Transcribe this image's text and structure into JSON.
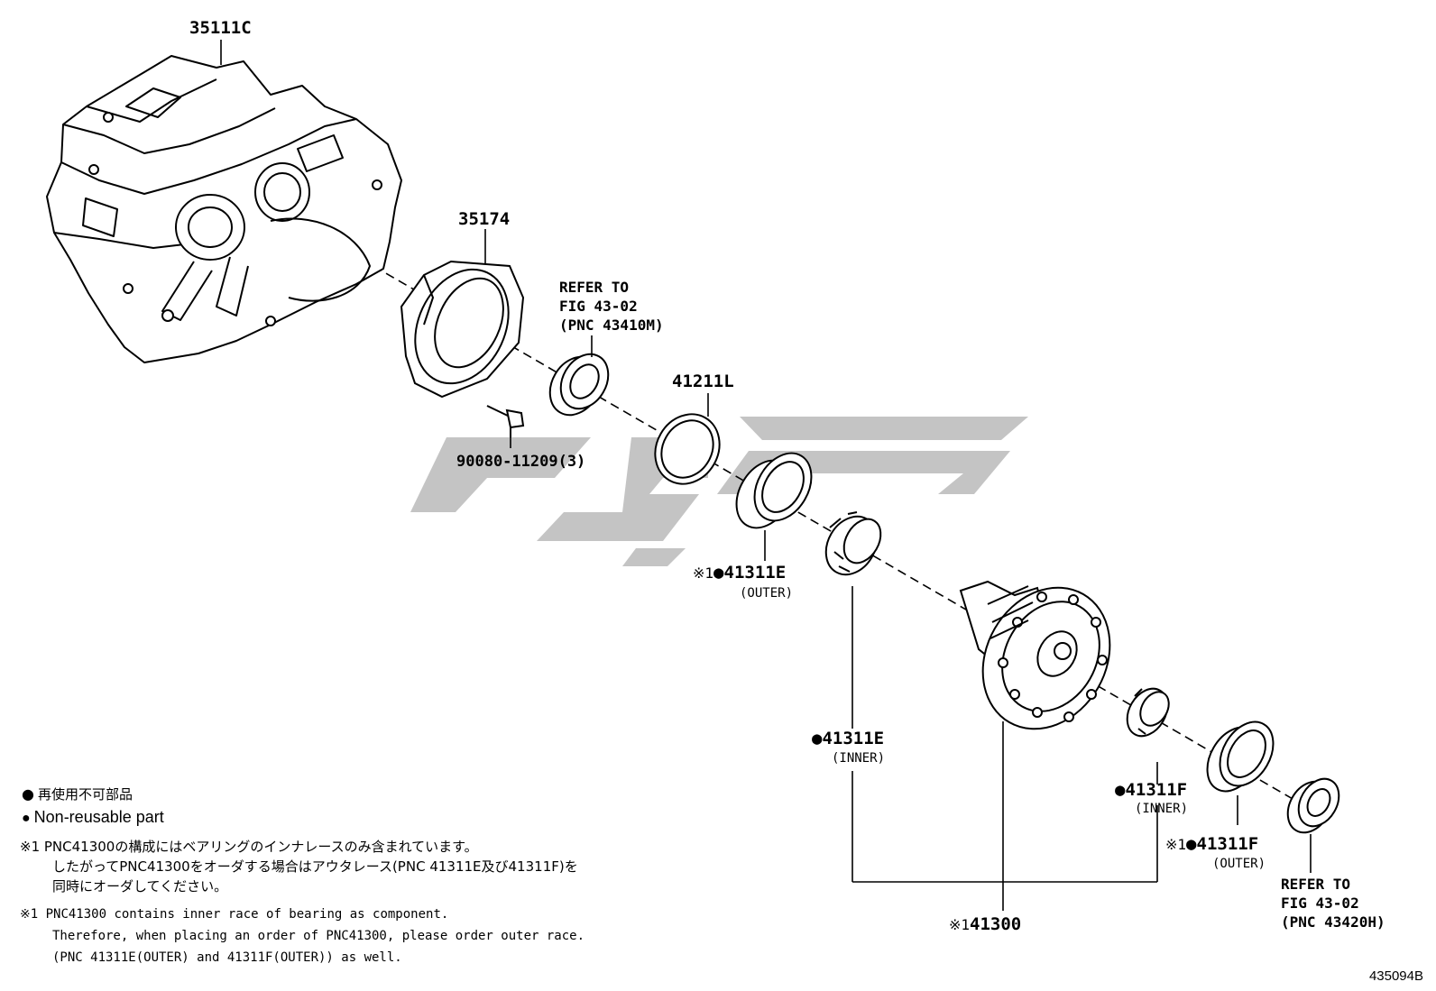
{
  "parts": {
    "case": "35111C",
    "plate": "35174",
    "bolt": "90080-11209(3)",
    "shim": "41211L",
    "diff": "41300",
    "diff_prefix": "※1",
    "bearing_e_outer": "41311E",
    "bearing_e_outer_prefix": "※1",
    "bearing_e_outer_sub": "(OUTER)",
    "bearing_e_inner": "41311E",
    "bearing_e_inner_sub": "(INNER)",
    "bearing_f_inner": "41311F",
    "bearing_f_inner_sub": "(INNER)",
    "bearing_f_outer": "41311F",
    "bearing_f_outer_prefix": "※1",
    "bearing_f_outer_sub": "(OUTER)"
  },
  "references": {
    "top": [
      "REFER TO",
      "FIG 43-02",
      "(PNC 43410M)"
    ],
    "bottom": [
      "REFER TO",
      "FIG 43-02",
      "(PNC 43420H)"
    ]
  },
  "legend": {
    "jp": "再使用不可部品",
    "en": "Non-reusable part"
  },
  "notes": {
    "jp": [
      "※1 PNC41300の構成にはベアリングのインナレースのみ含まれています。",
      "したがってPNC41300をオーダする場合はアウタレース(PNC 41311E及び41311F)を",
      "同時にオーダしてください。"
    ],
    "en": [
      "※1 PNC41300 contains inner race of bearing as component.",
      "Therefore, when placing an order of PNC41300, please order outer race.",
      "(PNC 41311E(OUTER) and 41311F(OUTER)) as well."
    ]
  },
  "figure_number": "435094B",
  "colors": {
    "line": "#000000",
    "watermark": "#c4c4c4"
  }
}
